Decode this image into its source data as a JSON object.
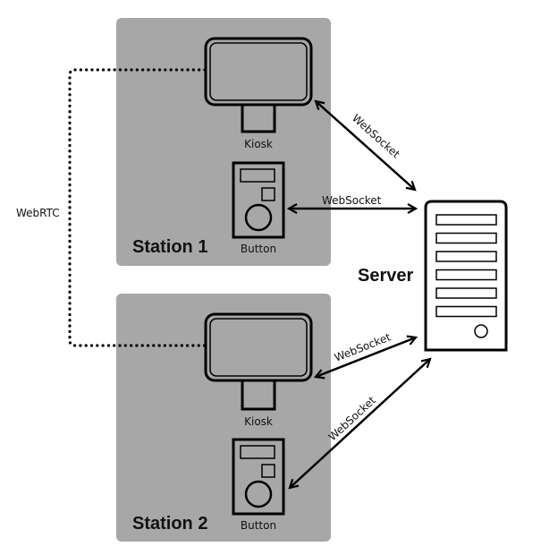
{
  "diagram": {
    "stations": [
      {
        "title": "Station 1",
        "kiosk_label": "Kiosk",
        "button_label": "Button"
      },
      {
        "title": "Station 2",
        "kiosk_label": "Kiosk",
        "button_label": "Button"
      }
    ],
    "server": {
      "title": "Server",
      "slot_count": 6
    },
    "connections": [
      {
        "from": "Station 1 Kiosk",
        "to": "Server",
        "label": "WebSocket",
        "style": "solid-bidirectional"
      },
      {
        "from": "Station 1 Button",
        "to": "Server",
        "label": "WebSocket",
        "style": "solid-bidirectional"
      },
      {
        "from": "Station 2 Kiosk",
        "to": "Server",
        "label": "WebSocket",
        "style": "solid-bidirectional"
      },
      {
        "from": "Station 2 Button",
        "to": "Server",
        "label": "WebSocket",
        "style": "solid-bidirectional"
      },
      {
        "from": "Station 1 Kiosk",
        "to": "Station 2 Kiosk",
        "label": "WebRTC",
        "style": "dotted"
      }
    ],
    "colors": {
      "panel": "#a7a7a7",
      "line": "#000000",
      "background": "#ffffff"
    }
  }
}
